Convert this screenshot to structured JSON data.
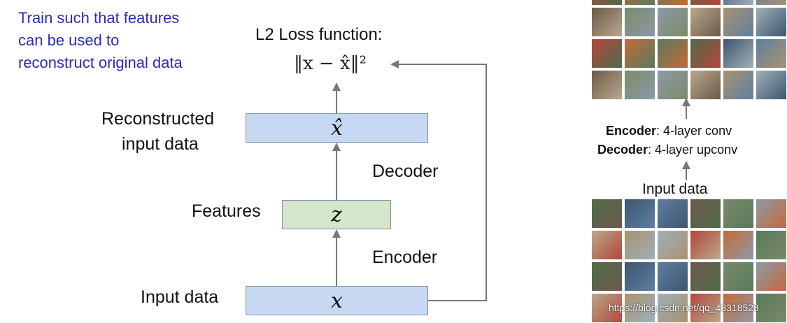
{
  "note": {
    "line1": "Train such that features",
    "line2": "can be used to",
    "line3": "reconstruct original data"
  },
  "loss": {
    "title": "L2 Loss function:",
    "formula": "‖x − x̂‖²"
  },
  "labels": {
    "reconstructed_line1": "Reconstructed",
    "reconstructed_line2": "input data",
    "features": "Features",
    "input_data": "Input data",
    "decoder": "Decoder",
    "encoder": "Encoder"
  },
  "boxes": {
    "reconstructed_symbol": "x̂",
    "features_symbol": "z",
    "input_symbol": "x"
  },
  "right_panel": {
    "encoder_bold": "Encoder",
    "encoder_text": ": 4-layer conv",
    "decoder_bold": "Decoder",
    "decoder_text": ": 4-layer upconv",
    "input_label": "Input data"
  },
  "watermark": "https://blog.csdn.net/qq_43318528",
  "colors": {
    "note_text": "#2b2bb8",
    "box_blue": "#c7d9f2",
    "box_green": "#d4e6cc",
    "arrow": "#777777"
  }
}
